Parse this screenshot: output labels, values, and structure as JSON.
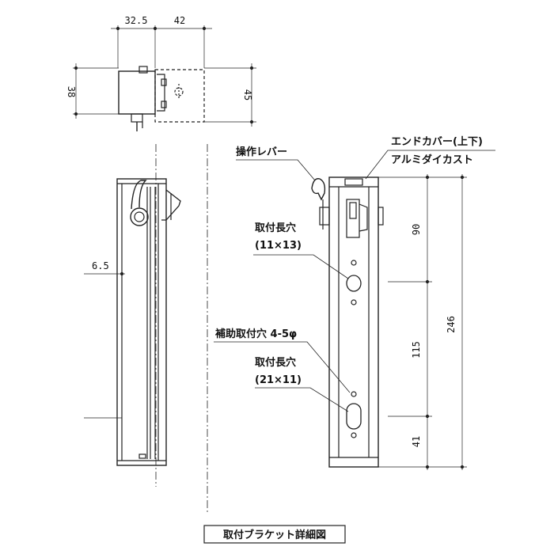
{
  "title": "取付ブラケット詳細図",
  "top_view": {
    "dim_left_width": "32.5",
    "dim_right_width": "42",
    "dim_left_height": "38",
    "dim_right_height": "45"
  },
  "side_view": {
    "dim_offset": "6.5"
  },
  "front_view": {
    "end_cover_label": "エンドカバー(上下)",
    "end_cover_material": "アルミダイカスト",
    "lever_label": "操作レバー",
    "upper_slot_label": "取付長穴",
    "upper_slot_size": "(11×13)",
    "aux_hole_label": "補助取付穴 4-5φ",
    "lower_slot_label": "取付長穴",
    "lower_slot_size": "(21×11)",
    "dim_top": "90",
    "dim_middle": "115",
    "dim_bottom": "41",
    "dim_total": "246"
  }
}
